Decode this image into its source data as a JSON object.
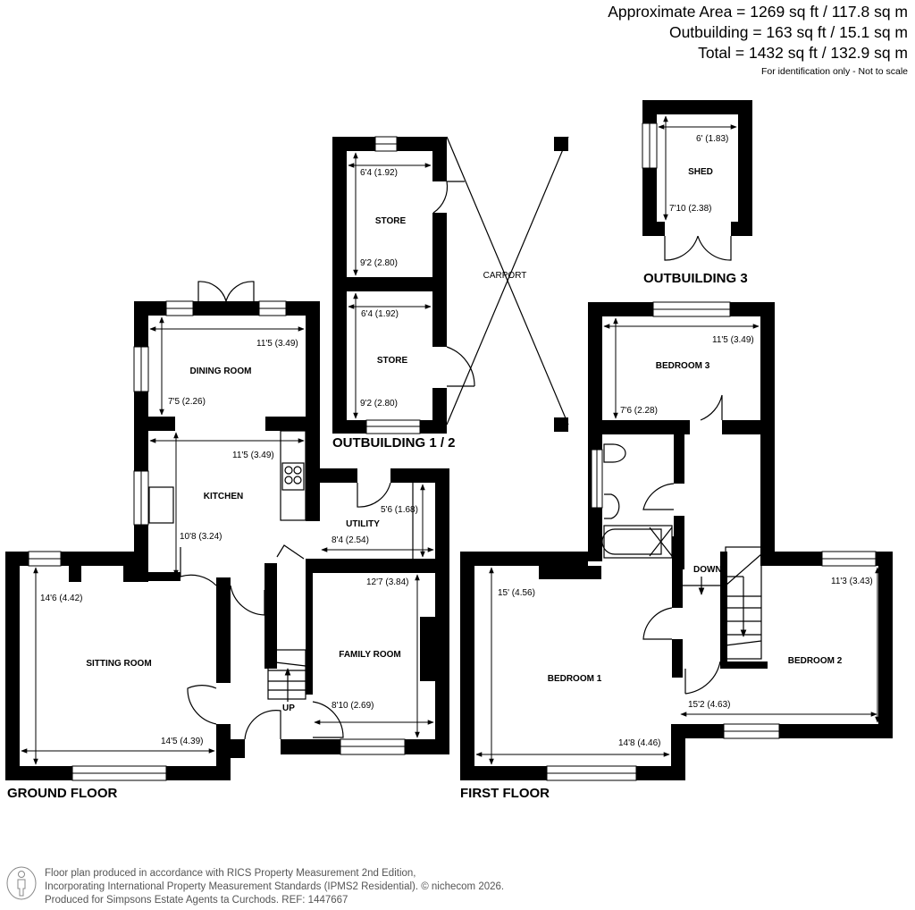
{
  "header": {
    "approx_area": "Approximate Area = 1269 sq ft / 117.8 sq m",
    "outbuilding": "Outbuilding = 163 sq ft / 15.1 sq m",
    "total": "Total = 1432 sq ft / 132.9 sq m",
    "note": "For identification only - Not to scale"
  },
  "floors": {
    "ground": "GROUND FLOOR",
    "first": "FIRST FLOOR",
    "outbuilding_12": "OUTBUILDING 1 / 2",
    "outbuilding_3": "OUTBUILDING 3"
  },
  "rooms": {
    "store1": {
      "name": "STORE",
      "w": "6'4 (1.92)",
      "h": "9'2 (2.80)"
    },
    "store2": {
      "name": "STORE",
      "w": "6'4 (1.92)",
      "h": "9'2 (2.80)"
    },
    "carport": {
      "name": "CARPORT"
    },
    "shed": {
      "name": "SHED",
      "w": "6' (1.83)",
      "h": "7'10 (2.38)"
    },
    "dining": {
      "name": "DINING ROOM",
      "w": "11'5 (3.49)",
      "h": "7'5 (2.26)"
    },
    "kitchen": {
      "name": "KITCHEN",
      "w": "11'5 (3.49)",
      "h": "10'8 (3.24)"
    },
    "utility": {
      "name": "UTILITY",
      "w": "8'4 (2.54)",
      "h": "5'6 (1.68)"
    },
    "sitting": {
      "name": "SITTING ROOM",
      "w": "14'5 (4.39)",
      "h": "14'6 (4.42)"
    },
    "family": {
      "name": "FAMILY ROOM",
      "w": "8'10 (2.69)",
      "h": "12'7 (3.84)"
    },
    "bedroom3": {
      "name": "BEDROOM 3",
      "w": "11'5 (3.49)",
      "h": "7'6 (2.28)"
    },
    "bedroom1": {
      "name": "BEDROOM 1",
      "w": "14'8 (4.46)",
      "h": "15' (4.56)"
    },
    "bedroom2": {
      "name": "BEDROOM 2",
      "w": "15'2 (4.63)",
      "h": "11'3 (3.43)"
    }
  },
  "stairs": {
    "up": "UP",
    "down": "DOWN"
  },
  "footer": {
    "line1": "Floor plan produced in accordance with RICS Property Measurement 2nd Edition,",
    "line2": "Incorporating International Property Measurement Standards (IPMS2 Residential).   © nichecom 2026.",
    "line3": "Produced for Simpsons Estate Agents ta Curchods.   REF: 1447667"
  }
}
